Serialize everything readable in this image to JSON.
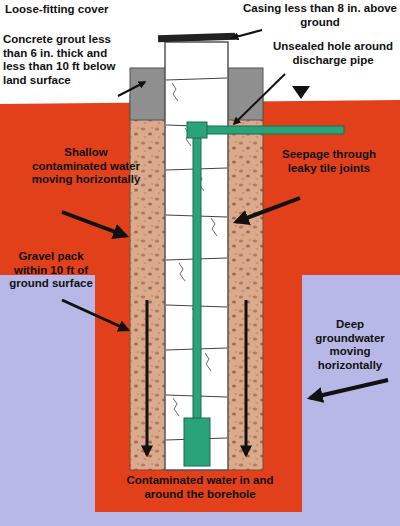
{
  "diagram": {
    "labels": [
      "Loose-fitting cover",
      "Casing less than 8 in. above ground",
      "Concrete grout less than 6 in. thick and less than 10 ft below land surface",
      "Unsealed hole around discharge pipe",
      "Shallow contaminated water moving horizontally",
      "Seepage through leaky tile joints",
      "Gravel pack within 10 ft of ground surface",
      "Deep groundwater moving horizontally",
      "Contaminated water in and around the borehole"
    ]
  }
}
